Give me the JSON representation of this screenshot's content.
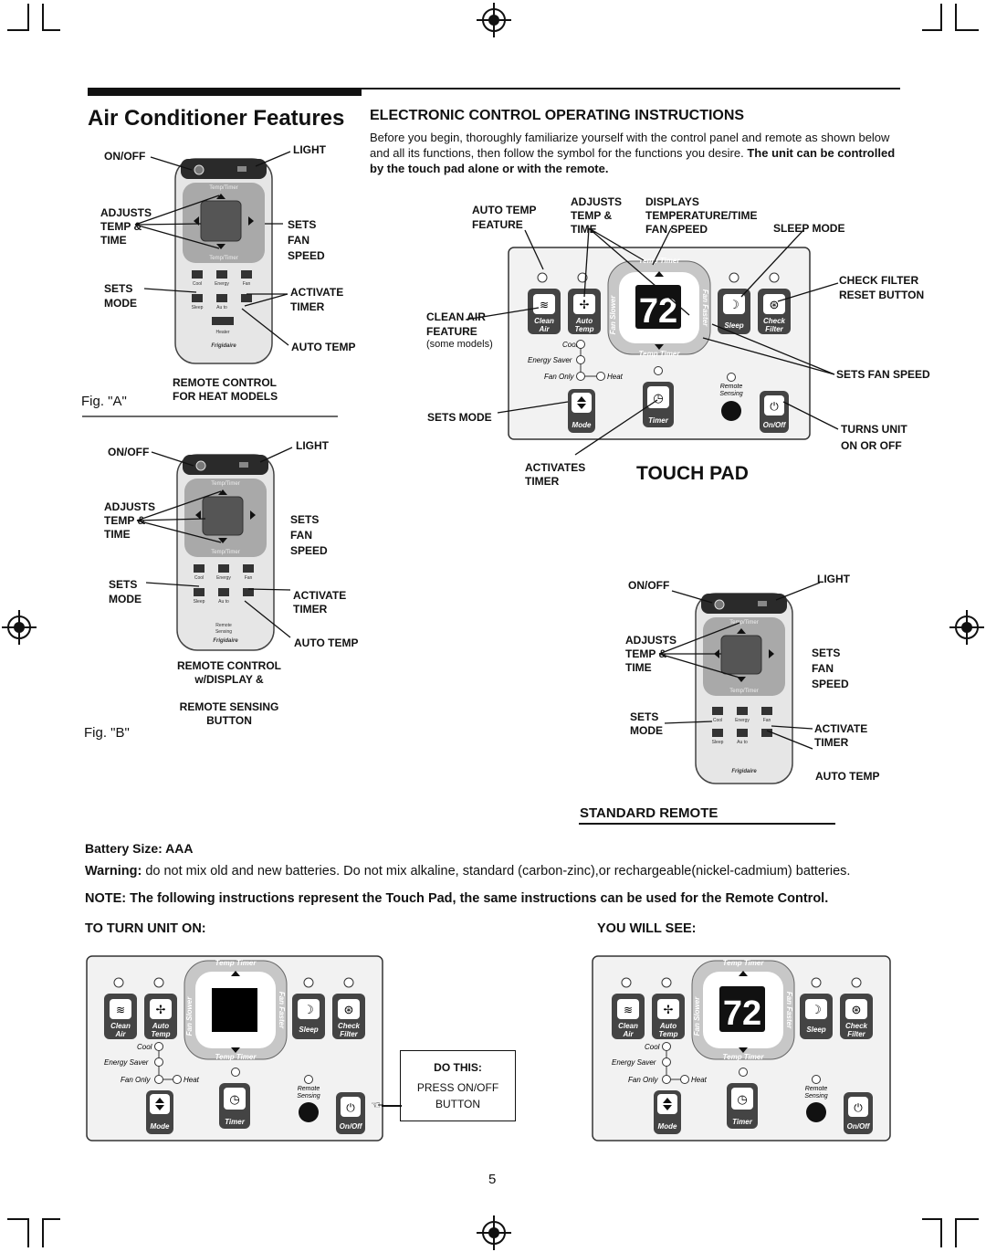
{
  "page": {
    "title": "Air Conditioner Features",
    "section_title": "ELECTRONIC CONTROL OPERATING INSTRUCTIONS",
    "intro_plain": "Before you begin, thoroughly familiarize yourself with the control panel and remote as shown below and all its functions, then follow the symbol for the functions you desire. ",
    "intro_bold": "The unit can be controlled by the touch pad alone or with the remote.",
    "page_number": "5"
  },
  "fig_a": {
    "caption": "Fig. \"A\"",
    "labels": {
      "on_off": "ON/OFF",
      "light": "LIGHT",
      "adjusts": "ADJUSTS\nTEMP &\nTIME",
      "sets_fan": "SETS\nFAN\nSPEED",
      "sets_mode": "SETS\nMODE",
      "activate_timer": "ACTIVATE\nTIMER",
      "auto_temp": "AUTO TEMP",
      "remote_caption": "REMOTE CONTROL\nFOR HEAT MODELS"
    }
  },
  "fig_b": {
    "caption": "Fig. \"B\"",
    "labels": {
      "on_off": "ON/OFF",
      "light": "LIGHT",
      "adjusts": "ADJUSTS\nTEMP &\nTIME",
      "sets_fan": "SETS\nFAN\nSPEED",
      "sets_mode": "SETS\nMODE",
      "activate_timer": "ACTIVATE\nTIMER",
      "auto_temp": "AUTO TEMP",
      "remote_caption": "REMOTE CONTROL\nw/DISPLAY &\n\nREMOTE SENSING\nBUTTON"
    }
  },
  "remote_small_text": {
    "temp_timer": "Temp/Timer",
    "fan": "Fan",
    "fan_slower": "Fan Slower",
    "cool": "Cool",
    "energy_saver": "Energy\nSaver",
    "fan_only": "Fan\nOnly",
    "sleep": "Sleep",
    "auto_temp": "Au to\nTemp",
    "heater": "Heater",
    "remote_sensing": "Remote\nSensing",
    "brand": "Frigidaire"
  },
  "touch_pad": {
    "heading": "TOUCH PAD",
    "display_value": "72",
    "labels": {
      "auto_temp_feature": "AUTO TEMP\nFEATURE",
      "adjusts": "ADJUSTS\nTEMP &\nTIME",
      "displays": "DISPLAYS\nTEMPERATURE/TIME\nFAN SPEED",
      "sleep_mode": "SLEEP MODE",
      "check_filter": "CHECK FILTER\nRESET BUTTON",
      "clean_air": "CLEAN AIR\nFEATURE",
      "some_models": "(some models)",
      "sets_fan_speed": "SETS FAN SPEED",
      "sets_mode": "SETS MODE",
      "turns_unit": "TURNS UNIT\nON OR OFF",
      "activates_timer": "ACTIVATES\nTIMER"
    },
    "buttons": {
      "clean_air": "Clean\nAir",
      "auto_temp": "Auto\nTemp",
      "fan_slower": "Fan Slower",
      "fan_faster": "Fan Faster",
      "sleep": "Sleep",
      "check_filter": "Check\nFilter",
      "temp_timer": "Temp Timer",
      "cool": "Cool",
      "energy_saver": "Energy Saver",
      "fan_only": "Fan Only",
      "heat": "Heat",
      "remote_sensing": "Remote\nSensing",
      "mode": "Mode",
      "timer": "Timer",
      "on_off": "On/Off"
    }
  },
  "standard_remote": {
    "heading": "STANDARD REMOTE",
    "labels": {
      "on_off": "ON/OFF",
      "light": "LIGHT",
      "adjusts": "ADJUSTS\nTEMP &\nTIME",
      "sets_fan": "SETS\nFAN\nSPEED",
      "sets_mode": "SETS\nMODE",
      "activate_timer": "ACTIVATE\nTIMER",
      "auto_temp": "AUTO TEMP"
    }
  },
  "bottom": {
    "battery": "Battery Size: AAA",
    "warning_label": "Warning:",
    "warning_text": " do not mix old and new batteries. Do not mix alkaline, standard (carbon-zinc),or rechargeable(nickel-cadmium) batteries.",
    "note": "NOTE: The following instructions represent the Touch Pad, the same instructions can be used for the Remote Control.",
    "to_turn_on": "TO TURN UNIT ON:",
    "you_will_see": "YOU WILL SEE:",
    "do_this": "DO  THIS:",
    "press_onoff": "PRESS  ON/OFF\nBUTTON",
    "result_display": "72"
  }
}
